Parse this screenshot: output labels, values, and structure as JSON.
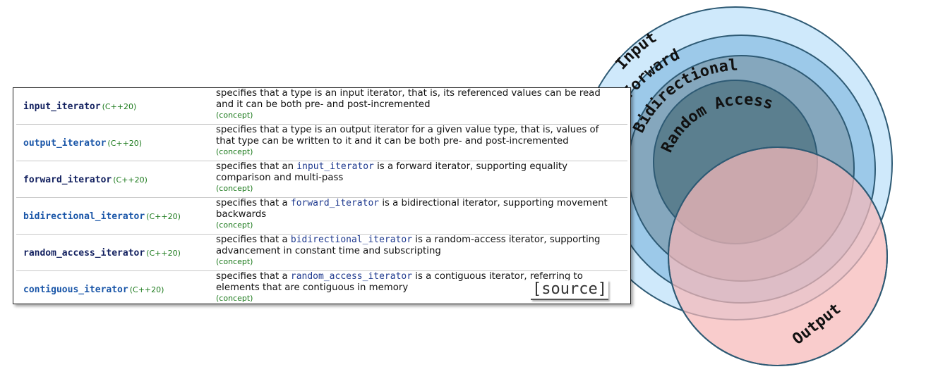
{
  "table": {
    "rows": [
      {
        "name": "input_iterator",
        "version": "(C++20)",
        "desc_before": "specifies that a type is an input iterator, that is, its referenced values can be read and it can be both pre- and post-incremented",
        "desc_code": "",
        "desc_after": "",
        "concept": "(concept)"
      },
      {
        "name": "output_iterator",
        "version": "(C++20)",
        "desc_before": "specifies that a type is an output iterator for a given value type, that is, values of that type can be written to it and it can be both pre- and post-incremented",
        "desc_code": "",
        "desc_after": "",
        "concept": "(concept)"
      },
      {
        "name": "forward_iterator",
        "version": "(C++20)",
        "desc_before": "specifies that an ",
        "desc_code": "input_iterator",
        "desc_after": " is a forward iterator, supporting equality comparison and multi-pass",
        "concept": "(concept)"
      },
      {
        "name": "bidirectional_iterator",
        "version": "(C++20)",
        "desc_before": "specifies that a ",
        "desc_code": "forward_iterator",
        "desc_after": " is a bidirectional iterator, supporting movement backwards",
        "concept": "(concept)"
      },
      {
        "name": "random_access_iterator",
        "version": "(C++20)",
        "desc_before": "specifies that a ",
        "desc_code": "bidirectional_iterator",
        "desc_after": " is a random-access iterator, supporting advancement in constant time and subscripting",
        "concept": "(concept)"
      },
      {
        "name": "contiguous_iterator",
        "version": "(C++20)",
        "desc_before": "specifies that a ",
        "desc_code": "random_access_iterator",
        "desc_after": " is a contiguous iterator, referring to elements that are contiguous in memory",
        "concept": "(concept)"
      }
    ],
    "source_label": "[source]"
  },
  "venn": {
    "labels": {
      "input": "Input",
      "forward": "Forward",
      "bidirectional": "Bidirectional",
      "random_access": "Random Access",
      "output": "Output"
    },
    "colors": {
      "input": "#cfe9fb",
      "forward": "#9cc9e9",
      "bidirectional": "#85a7bd",
      "random_access": "#5b7f8f",
      "output": "#f6b8b8",
      "stroke": "#2e5a74"
    }
  }
}
